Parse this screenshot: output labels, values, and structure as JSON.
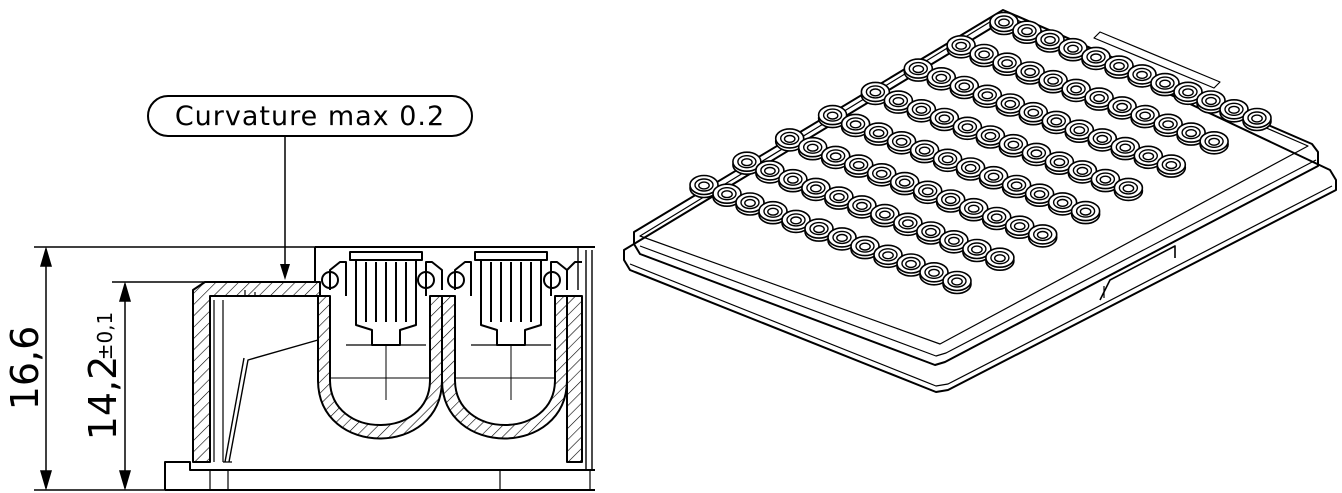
{
  "annotations": {
    "callout": "Curvature max 0.2",
    "overall_height": "16,6",
    "well_height": "14,2",
    "well_height_tolerance": "±0,1"
  },
  "plate": {
    "rows": 8,
    "columns": 12
  },
  "colors": {
    "line": "#000000",
    "paper": "#ffffff",
    "hatch": "#000000"
  }
}
